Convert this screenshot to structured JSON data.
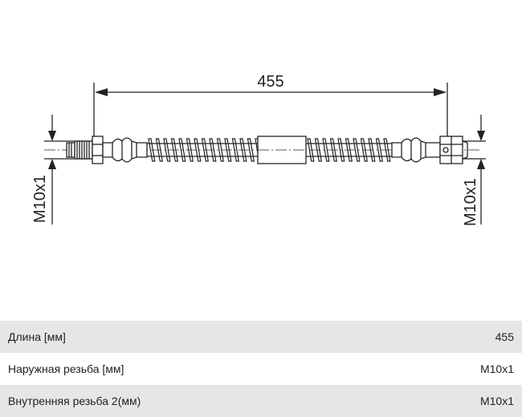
{
  "drawing": {
    "length_label": "455",
    "left_thread_label": "M10x1",
    "right_thread_label": "M10x1"
  },
  "specs": [
    {
      "label": "Длина [мм]",
      "value": "455"
    },
    {
      "label": "Наружная резьба [мм]",
      "value": "M10x1"
    },
    {
      "label": "Внутренняя резьба 2(мм)",
      "value": "M10x1"
    }
  ]
}
